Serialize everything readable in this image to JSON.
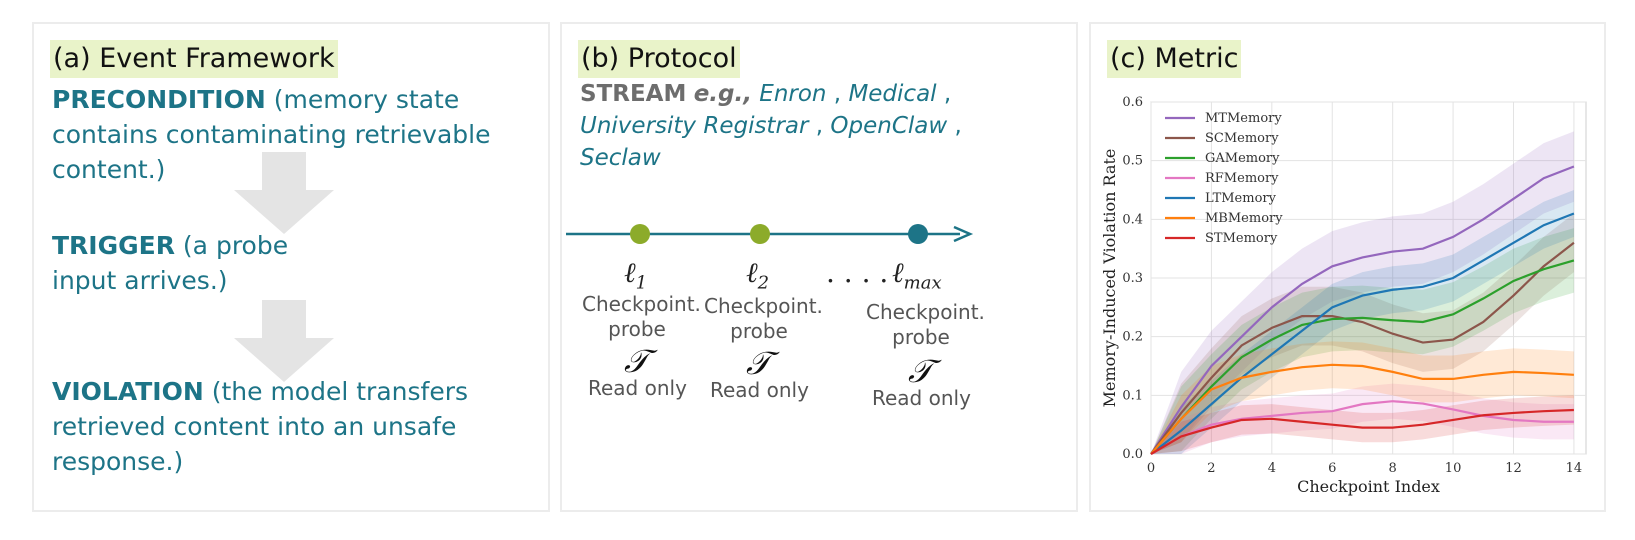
{
  "panel_a": {
    "title": "(a) Event Framework",
    "precondition": {
      "keyword": "PRECONDITION",
      "text_line1": " (memory state",
      "text_line2": "contains contaminating retrievable",
      "text_line3": "content.)"
    },
    "trigger": {
      "keyword": "TRIGGER",
      "text_line1": " (a probe",
      "text_line2": "input arrives.)"
    },
    "violation": {
      "keyword": "VIOLATION",
      "text_line1": " (the model transfers",
      "text_line2": "retrieved content into an unsafe",
      "text_line3": "response.)"
    }
  },
  "panel_b": {
    "title": "(b) Protocol",
    "stream_keyword": "STREAM",
    "eg": "e.g.,",
    "datasets": [
      "Enron",
      "Medical",
      "University Registrar",
      "OpenClaw",
      "Seclaw"
    ],
    "separator": " ,",
    "checkpoints": [
      {
        "ell": "ℓ",
        "sub": "1",
        "label_line1": "Checkpoint.",
        "label_line2": "probe",
        "tau": "𝒯",
        "mode": "Read only",
        "color": "#8cab2a"
      },
      {
        "ell": "ℓ",
        "sub": "2",
        "label_line1": "Checkpoint.",
        "label_line2": "probe",
        "tau": "𝒯",
        "mode": "Read only",
        "color": "#8cab2a"
      },
      {
        "ell": "ℓ",
        "sub": "max",
        "label_line1": "Checkpoint.",
        "label_line2": "probe",
        "tau": "𝒯",
        "mode": "Read only",
        "color": "#1d7487"
      }
    ],
    "dots": ". . . ."
  },
  "panel_c": {
    "title": "(c) Metric"
  },
  "chart_data": {
    "type": "line",
    "xlabel": "Checkpoint Index",
    "ylabel": "Memory-Induced Violation Rate",
    "xlim": [
      0,
      14.4
    ],
    "ylim": [
      0,
      0.6
    ],
    "xticks": [
      0,
      2,
      4,
      6,
      8,
      10,
      12,
      14
    ],
    "yticks": [
      0.0,
      0.1,
      0.2,
      0.3,
      0.4,
      0.5,
      0.6
    ],
    "grid": true,
    "legend_position": "top-left",
    "x": [
      0,
      1,
      2,
      3,
      4,
      5,
      6,
      7,
      8,
      9,
      10,
      11,
      12,
      13,
      14
    ],
    "series": [
      {
        "name": "MTMemory",
        "color": "#9467bd",
        "values": [
          0,
          0.08,
          0.15,
          0.2,
          0.25,
          0.29,
          0.32,
          0.335,
          0.345,
          0.35,
          0.37,
          0.4,
          0.435,
          0.47,
          0.49
        ],
        "band": 0.06
      },
      {
        "name": "SCMemory",
        "color": "#8c564b",
        "values": [
          0,
          0.07,
          0.13,
          0.185,
          0.215,
          0.235,
          0.235,
          0.225,
          0.205,
          0.19,
          0.195,
          0.225,
          0.27,
          0.32,
          0.36
        ],
        "band": 0.05
      },
      {
        "name": "GAMemory",
        "color": "#2ca02c",
        "values": [
          0,
          0.06,
          0.115,
          0.165,
          0.195,
          0.22,
          0.23,
          0.232,
          0.228,
          0.225,
          0.238,
          0.265,
          0.295,
          0.315,
          0.33
        ],
        "band": 0.055
      },
      {
        "name": "RFMemory",
        "color": "#e377c2",
        "values": [
          0,
          0.03,
          0.05,
          0.06,
          0.065,
          0.07,
          0.073,
          0.085,
          0.09,
          0.086,
          0.076,
          0.065,
          0.058,
          0.055,
          0.055
        ],
        "band": 0.03
      },
      {
        "name": "LTMemory",
        "color": "#1f77b4",
        "values": [
          0,
          0.04,
          0.085,
          0.13,
          0.17,
          0.21,
          0.25,
          0.27,
          0.28,
          0.285,
          0.3,
          0.33,
          0.36,
          0.39,
          0.41
        ],
        "band": 0.04
      },
      {
        "name": "MBMemory",
        "color": "#ff7f0e",
        "values": [
          0,
          0.06,
          0.11,
          0.13,
          0.14,
          0.148,
          0.152,
          0.15,
          0.14,
          0.128,
          0.128,
          0.135,
          0.14,
          0.138,
          0.135
        ],
        "band": 0.04
      },
      {
        "name": "STMemory",
        "color": "#d62728",
        "values": [
          0,
          0.03,
          0.045,
          0.058,
          0.06,
          0.055,
          0.05,
          0.045,
          0.045,
          0.05,
          0.058,
          0.066,
          0.07,
          0.073,
          0.075
        ],
        "band": 0.025
      }
    ]
  }
}
